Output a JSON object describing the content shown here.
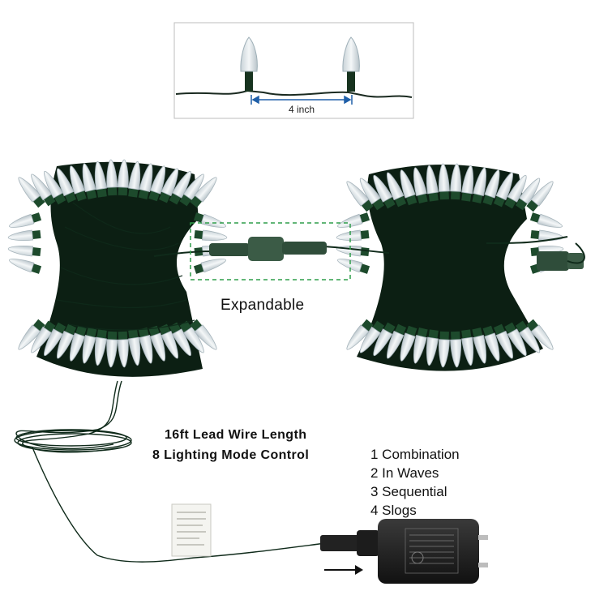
{
  "inset": {
    "spacing_label": "4 inch"
  },
  "connector": {
    "label": "Expandable"
  },
  "lead_wire": {
    "line1": "16ft Lead Wire Length",
    "line2": "8 Lighting Mode Control"
  },
  "modes": [
    "1 Combination",
    "2 In Waves",
    "3 Sequential",
    "4 Slogs"
  ],
  "colors": {
    "wire": "#0f2a1a",
    "bulb": "#e8eef0",
    "accent_box": "#2f9e4a",
    "dimension_arrow": "#1f5fa8"
  }
}
